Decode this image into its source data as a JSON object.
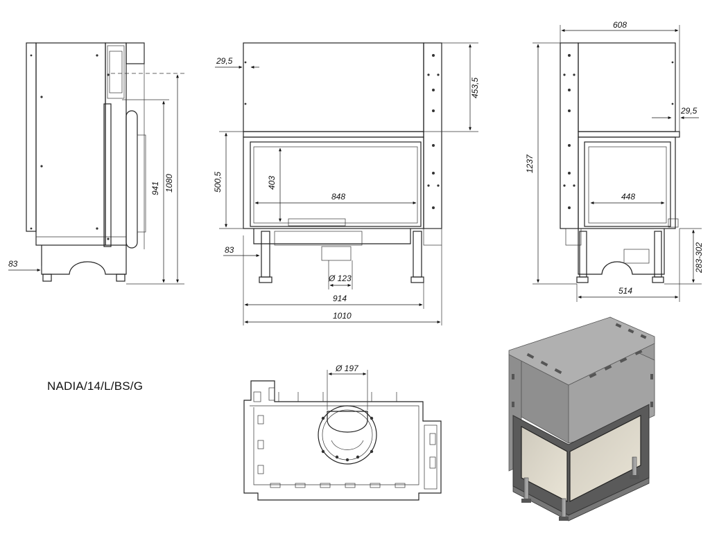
{
  "model_name": "NADIA/14/L/BS/G",
  "dimensions": {
    "front_width_overall": "1010",
    "front_width_base": "914",
    "flue_diameter_front": "Ø 123",
    "glass_width_front": "848",
    "glass_height": "403",
    "front_door_height": "500,5",
    "front_top_height": "453,5",
    "front_top_offset": "29,5",
    "front_foot_offset": "83",
    "side_left_foot_offset": "83",
    "side_left_height_941": "941",
    "side_left_height_1080": "1080",
    "right_width_top": "608",
    "right_offset": "29,5",
    "right_total_height": "1237",
    "right_glass_width": "448",
    "right_base_width": "514",
    "right_foot_height": "283-302",
    "top_view_flue_diameter": "Ø 197"
  }
}
